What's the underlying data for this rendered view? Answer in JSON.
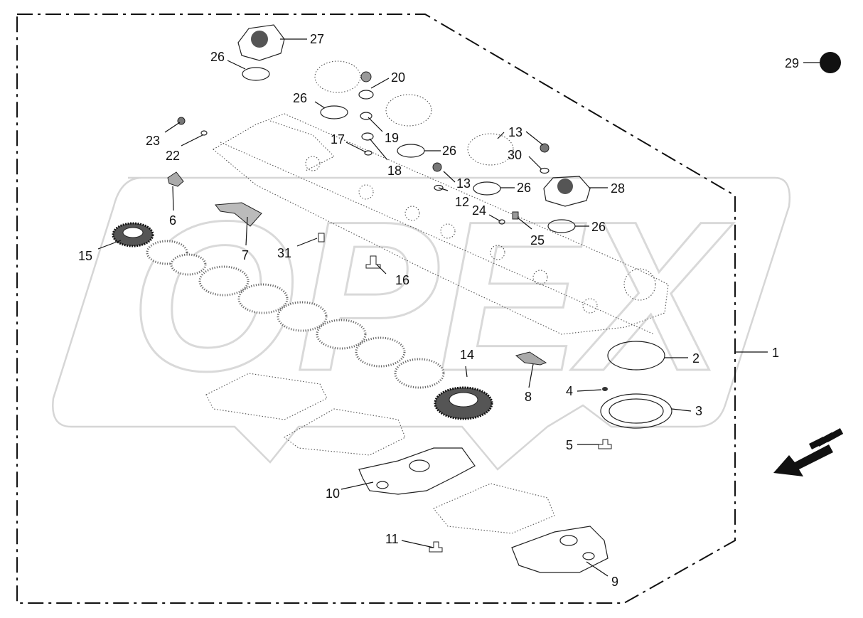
{
  "diagram": {
    "watermark": "OPEX",
    "accent_color": "#111111",
    "callouts": [
      "1",
      "2",
      "3",
      "4",
      "5",
      "6",
      "7",
      "8",
      "9",
      "10",
      "11",
      "12",
      "13",
      "13",
      "14",
      "15",
      "16",
      "17",
      "18",
      "19",
      "20",
      "22",
      "23",
      "24",
      "25",
      "26",
      "26",
      "26",
      "26",
      "26",
      "27",
      "28",
      "29",
      "30",
      "31"
    ]
  }
}
